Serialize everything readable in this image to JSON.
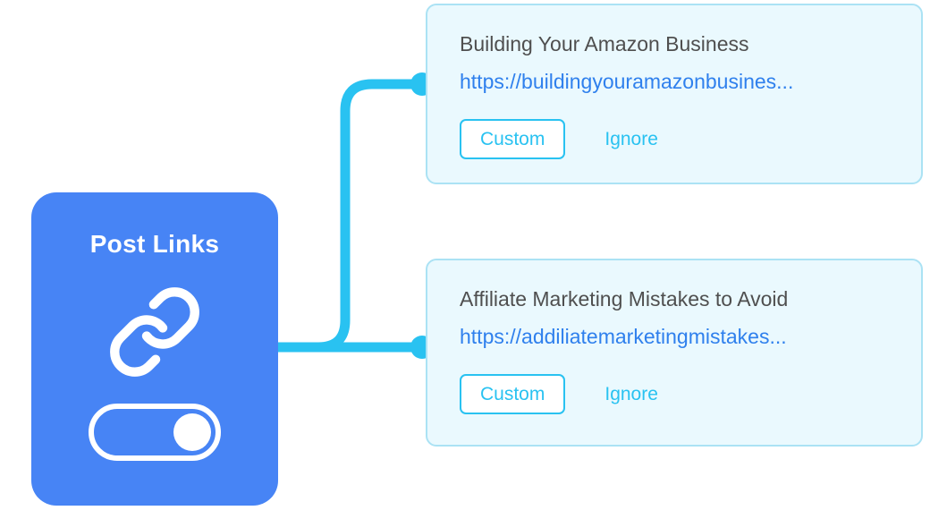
{
  "node": {
    "title": "Post Links",
    "toggle_state": "on"
  },
  "cards": [
    {
      "title": "Building Your Amazon Business",
      "url": "https://buildingyouramazonbusines...",
      "custom_label": "Custom",
      "ignore_label": "Ignore"
    },
    {
      "title": "Affiliate Marketing Mistakes to Avoid",
      "url": "https://addiliatemarketingmistakes...",
      "custom_label": "Custom",
      "ignore_label": "Ignore"
    }
  ],
  "colors": {
    "node_bg": "#4784F5",
    "accent": "#29C2F1",
    "card_bg": "#EAF9FE",
    "card_border": "#ABE2F4",
    "title_text": "#4F4F4F",
    "url_text": "#2F80ED"
  }
}
